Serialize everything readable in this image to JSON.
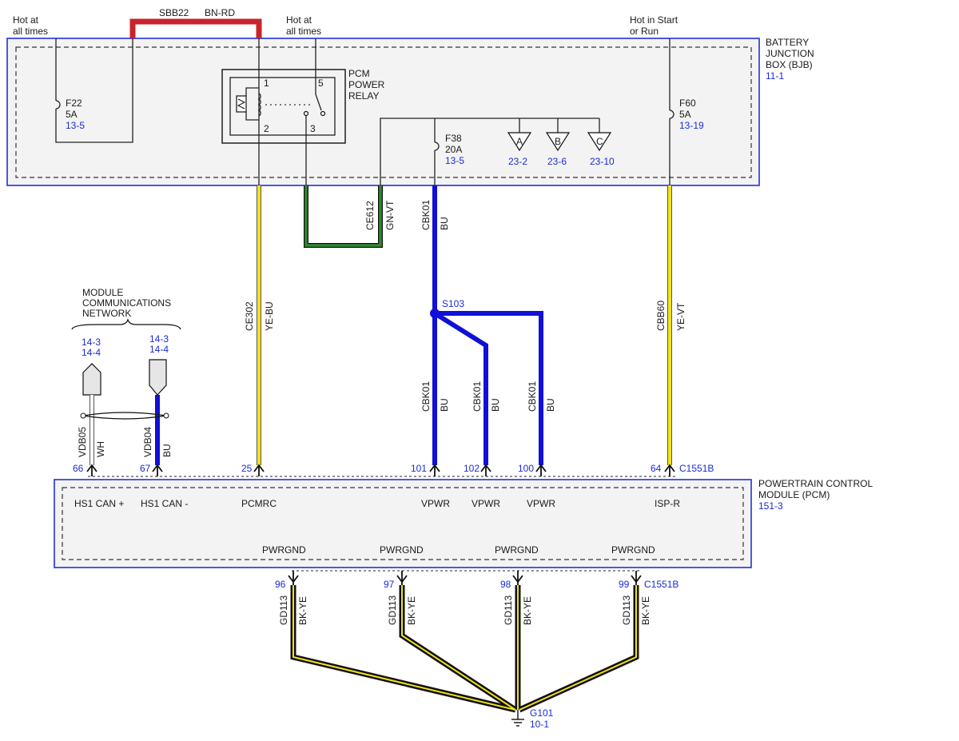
{
  "top_labels": {
    "hot_left_1": "Hot at",
    "hot_left_2": "all times",
    "sbb22": "SBB22",
    "bn_rd": "BN-RD",
    "hot_mid_1": "Hot at",
    "hot_mid_2": "all times",
    "hot_right_1": "Hot in Start",
    "hot_right_2": "or Run"
  },
  "bjb": {
    "name_1": "BATTERY",
    "name_2": "JUNCTION",
    "name_3": "BOX (BJB)",
    "ref": "11-1"
  },
  "fuses": {
    "f22": {
      "name": "F22",
      "amps": "5A",
      "ref": "13-5"
    },
    "f38": {
      "name": "F38",
      "amps": "20A",
      "ref": "13-5"
    },
    "f60": {
      "name": "F60",
      "amps": "5A",
      "ref": "13-19"
    }
  },
  "relay": {
    "name_1": "PCM",
    "name_2": "POWER",
    "name_3": "RELAY",
    "pin1": "1",
    "pin2": "2",
    "pin3": "3",
    "pin5": "5"
  },
  "offpage": [
    {
      "letter": "A",
      "ref": "23-2"
    },
    {
      "letter": "B",
      "ref": "23-6"
    },
    {
      "letter": "C",
      "ref": "23-10"
    }
  ],
  "wires": {
    "ce612": "CE612",
    "gn_vt": "GN-VT",
    "cbk01": "CBK01",
    "bu": "BU",
    "ce302": "CE302",
    "ye_bu": "YE-BU",
    "cbb60": "CBB60",
    "ye_vt": "YE-VT",
    "vdb05": "VDB05",
    "wh": "WH",
    "vdb04": "VDB04",
    "gd113": "GD113",
    "bk_ye": "BK-YE"
  },
  "splice": "S103",
  "mcn": {
    "line1": "MODULE",
    "line2": "COMMUNICATIONS",
    "line3": "NETWORK",
    "ref_a1": "14-3",
    "ref_a2": "14-4",
    "ref_b1": "14-3",
    "ref_b2": "14-4"
  },
  "pcm": {
    "name_1": "POWERTRAIN CONTROL",
    "name_2": "MODULE (PCM)",
    "ref": "151-3",
    "connector": "C1551B",
    "top_pins": [
      {
        "pin": "66",
        "label": "HS1 CAN +"
      },
      {
        "pin": "67",
        "label": "HS1 CAN -"
      },
      {
        "pin": "25",
        "label": "PCMRC"
      },
      {
        "pin": "101",
        "label": "VPWR"
      },
      {
        "pin": "102",
        "label": "VPWR"
      },
      {
        "pin": "100",
        "label": "VPWR"
      },
      {
        "pin": "64",
        "label": "ISP-R"
      }
    ],
    "bottom_pins": [
      {
        "pin": "96",
        "label": "PWRGND"
      },
      {
        "pin": "97",
        "label": "PWRGND"
      },
      {
        "pin": "98",
        "label": "PWRGND"
      },
      {
        "pin": "99",
        "label": "PWRGND"
      }
    ]
  },
  "ground": {
    "name": "G101",
    "ref": "10-1"
  },
  "colors": {
    "red": "#c8242b",
    "blue": "#1010d8",
    "yellow": "#f2e21b",
    "green": "#2f8a2f",
    "black": "#111111",
    "ref_blue": "#1a2bd6",
    "box_border": "#2330d8"
  }
}
